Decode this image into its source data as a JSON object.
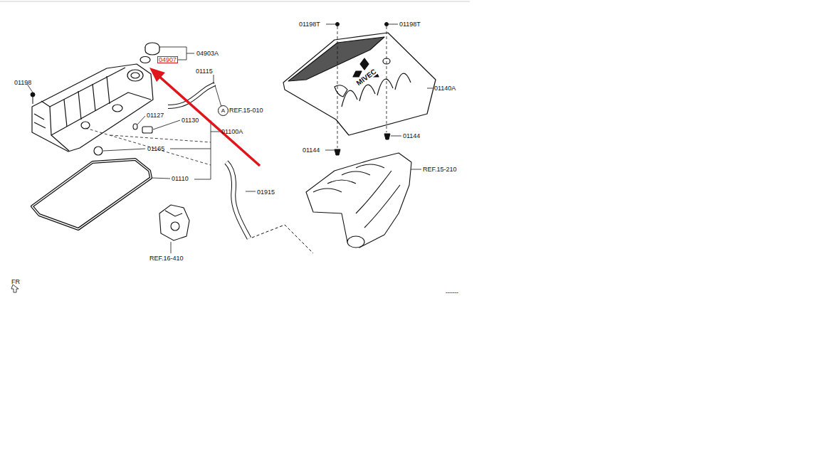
{
  "diagram": {
    "nodes": [
      {
        "text": [
          "A"
        ]
      }
    ],
    "labels": [
      "01198T",
      "01198T",
      "04903A",
      "04907",
      "01115",
      "01198",
      "01127",
      "01130",
      "01100A",
      "01165",
      "REF.15-010",
      "01140A",
      "01144",
      "01144",
      "REF.15-210",
      "01110",
      "01915",
      "REF.16-410",
      "FR",
      "------",
      "MIVEC"
    ]
  }
}
